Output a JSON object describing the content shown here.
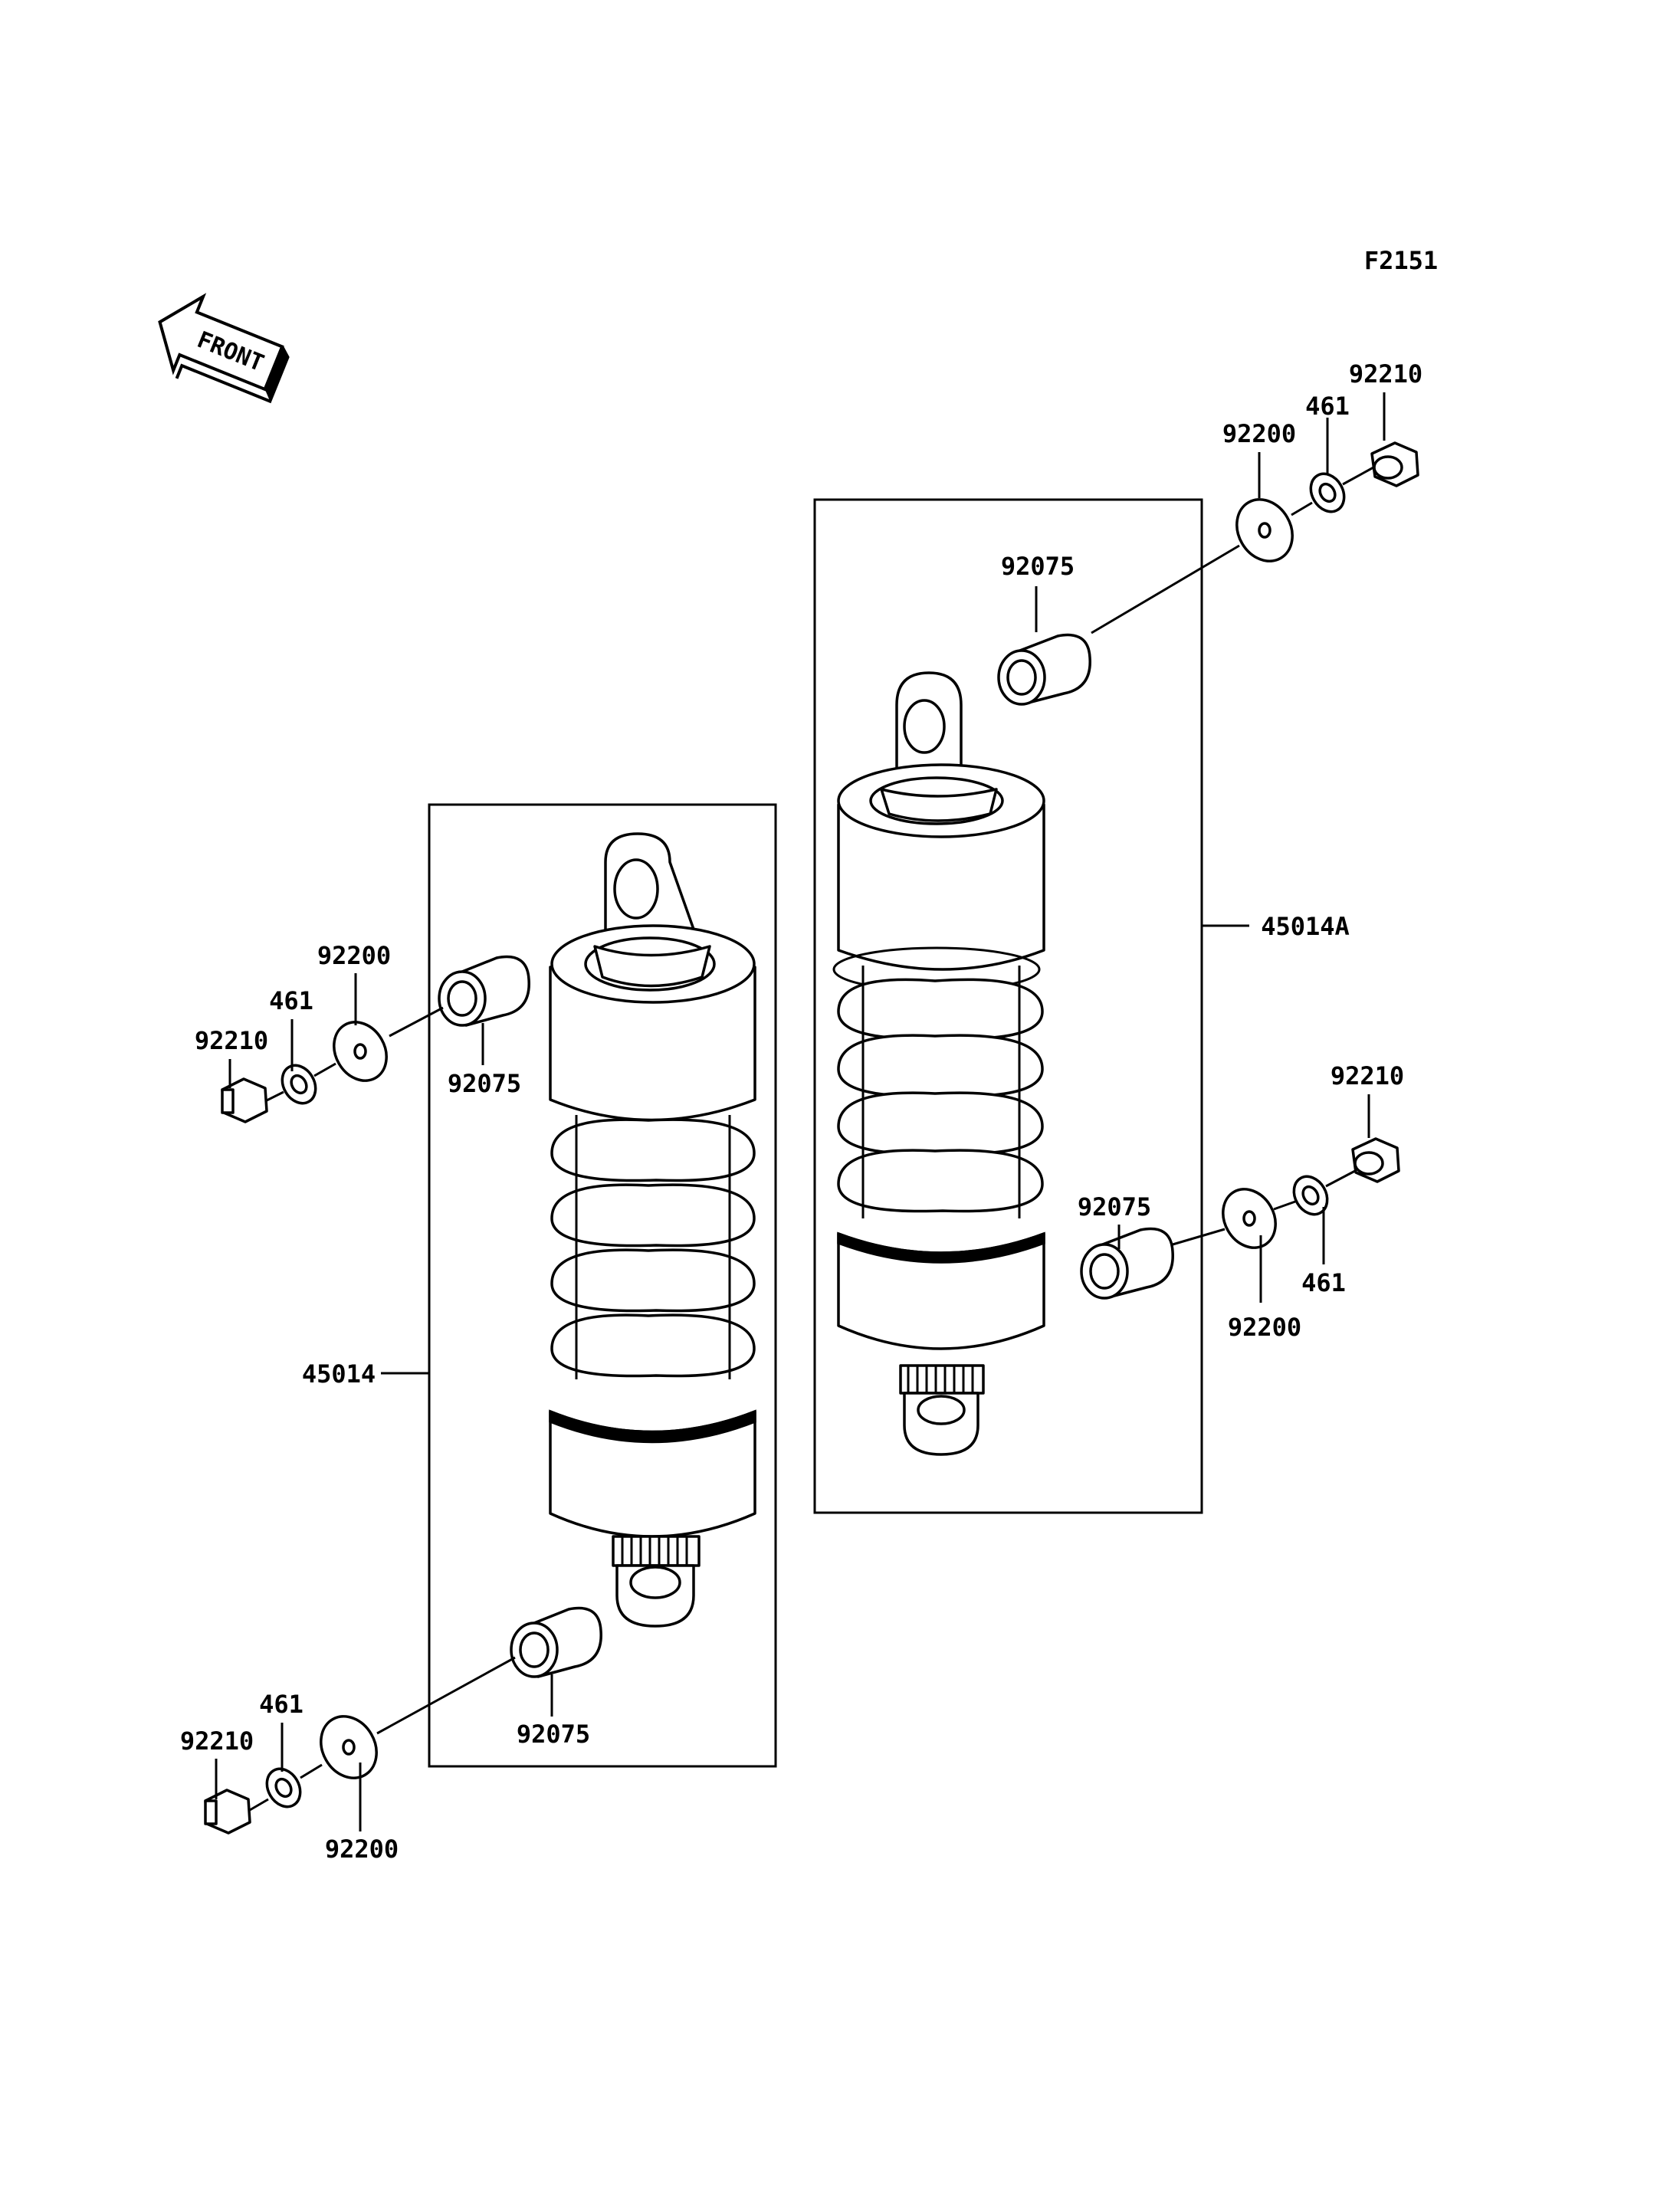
{
  "figure_code": "F2151",
  "front_arrow_text": "FRONT",
  "assemblies": [
    {
      "part_no": "45014"
    },
    {
      "part_no": "45014A"
    }
  ],
  "callouts": [
    {
      "id": "r-top-92210",
      "text": "92210"
    },
    {
      "id": "r-top-461",
      "text": "461"
    },
    {
      "id": "r-top-92200",
      "text": "92200"
    },
    {
      "id": "r-top-92075",
      "text": "92075"
    },
    {
      "id": "r-45014A",
      "text": "45014A"
    },
    {
      "id": "r-bot-92210",
      "text": "92210"
    },
    {
      "id": "r-bot-92075",
      "text": "92075"
    },
    {
      "id": "r-bot-461",
      "text": "461"
    },
    {
      "id": "r-bot-92200",
      "text": "92200"
    },
    {
      "id": "l-top-92200",
      "text": "92200"
    },
    {
      "id": "l-top-461",
      "text": "461"
    },
    {
      "id": "l-top-92210",
      "text": "92210"
    },
    {
      "id": "l-top-92075",
      "text": "92075"
    },
    {
      "id": "l-45014",
      "text": "45014"
    },
    {
      "id": "l-bot-461",
      "text": "461"
    },
    {
      "id": "l-bot-92210",
      "text": "92210"
    },
    {
      "id": "l-bot-92075",
      "text": "92075"
    },
    {
      "id": "l-bot-92200",
      "text": "92200"
    }
  ]
}
